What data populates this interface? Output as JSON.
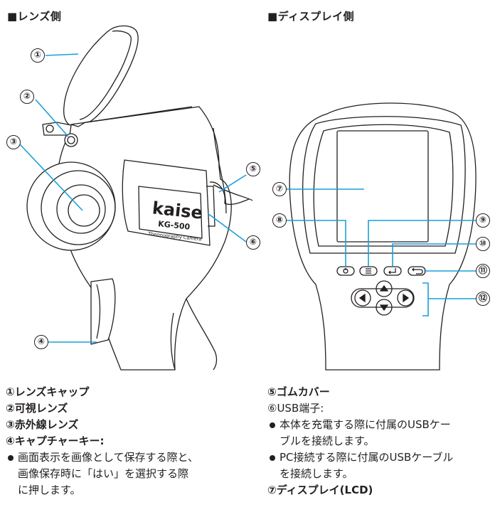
{
  "headings": {
    "lens_side": "■レンズ側",
    "display_side": "■ディスプレイ側"
  },
  "callouts": [
    "①",
    "②",
    "③",
    "④",
    "⑤",
    "⑥",
    "⑦",
    "⑧",
    "⑨",
    "⑩",
    "⑪",
    "⑫"
  ],
  "camera_label": {
    "brand": "kaise",
    "model": "KG-500",
    "tagline": "Thermography Camera"
  },
  "left_list": {
    "item1": "レンズキャップ",
    "item2": "可視レンズ",
    "item3": "赤外線レンズ",
    "item4": "キャプチャーキー:",
    "note1_line1": "画面表示を画像として保存する際と、",
    "note1_line2": "画像保存時に「はい」を選択する際",
    "note1_line3": "に押します。"
  },
  "right_list": {
    "item5": "ゴムカバー",
    "item6": "USB端子:",
    "note1_line1": "本体を充電する際に付属のUSBケー",
    "note1_line2": "ブルを接続します。",
    "note2_line1": "PC接続する際に付属のUSBケーブル",
    "note2_line2": "を接続します。",
    "item7": "ディスプレイ(LCD)"
  },
  "colors": {
    "leader": "#1a9fd9",
    "ink": "#231f20"
  }
}
